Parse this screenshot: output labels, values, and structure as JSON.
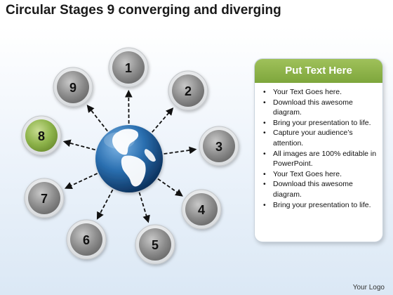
{
  "title": "Circular Stages 9 converging and diverging",
  "center": {
    "icon": "globe-icon"
  },
  "nodes": [
    {
      "label": "1",
      "highlight": false
    },
    {
      "label": "2",
      "highlight": false
    },
    {
      "label": "3",
      "highlight": false
    },
    {
      "label": "4",
      "highlight": false
    },
    {
      "label": "5",
      "highlight": false
    },
    {
      "label": "6",
      "highlight": false
    },
    {
      "label": "7",
      "highlight": false
    },
    {
      "label": "8",
      "highlight": true
    },
    {
      "label": "9",
      "highlight": false
    }
  ],
  "panel": {
    "header": "Put Text Here",
    "items": [
      "Your Text Goes here.",
      "Download this awesome diagram.",
      "Bring your presentation to life.",
      "Capture your audience’s attention.",
      "All images are 100% editable in PowerPoint.",
      "Your Text Goes here.",
      "Download this awesome diagram.",
      "Bring your presentation to life."
    ]
  },
  "footer": {
    "logo": "Your Logo"
  },
  "colors": {
    "accent_green": "#8db34a",
    "node_gray": "#8a8a8a",
    "globe_blue": "#1f5f9c"
  }
}
